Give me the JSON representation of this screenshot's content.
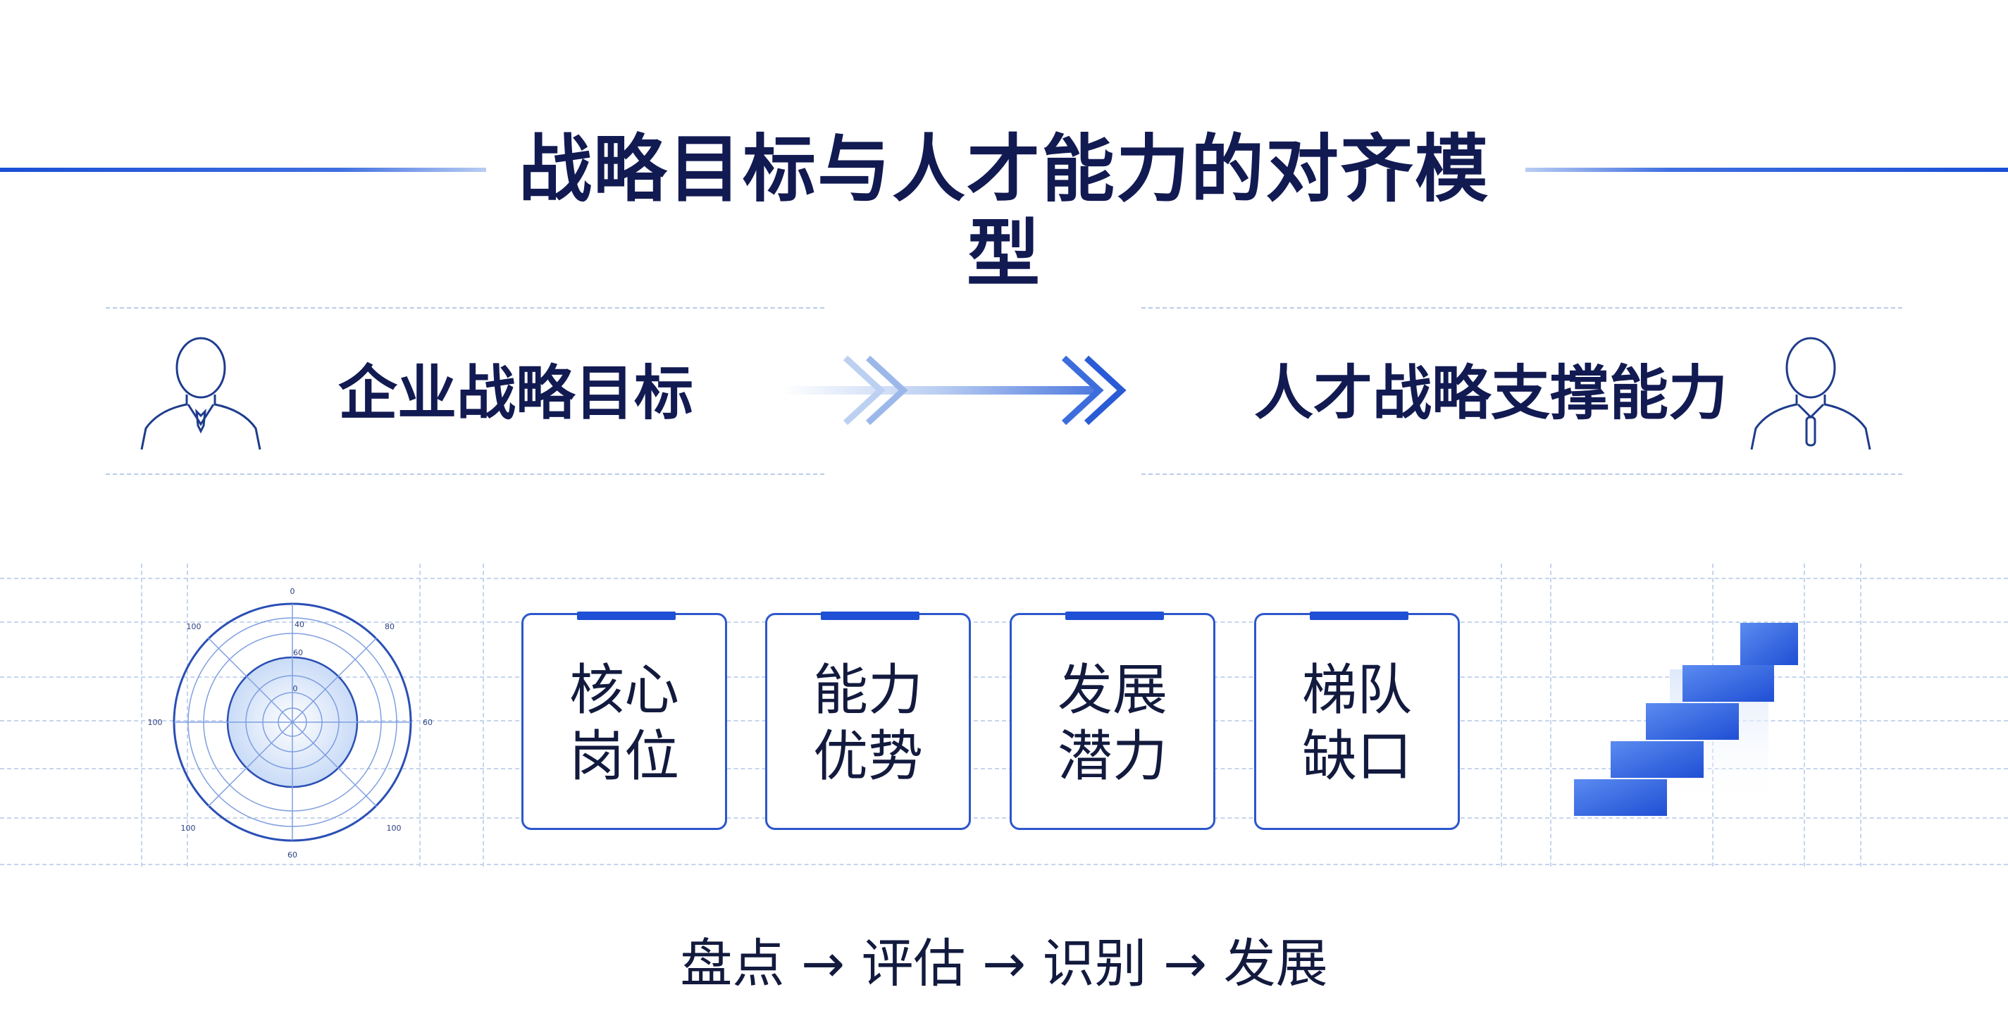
{
  "title": "战略目标与人才能力的对齐模型",
  "left_header": {
    "label": "企业战略目标",
    "icon": "person-tie-icon"
  },
  "right_header": {
    "label": "人才战略支撑能力",
    "icon": "person-tie-icon"
  },
  "center_icon": "double-chevron-arrow-icon",
  "left_graphic": {
    "icon": "radar-target-icon",
    "tick_labels": [
      "0",
      "40",
      "60",
      "100",
      "80",
      "100",
      "60",
      "0",
      "100",
      "100",
      "60"
    ]
  },
  "right_graphic": {
    "icon": "staircase-icon"
  },
  "cards": [
    {
      "line1": "核心",
      "line2": "岗位"
    },
    {
      "line1": "能力",
      "line2": "优势"
    },
    {
      "line1": "发展",
      "line2": "潜力"
    },
    {
      "line1": "梯队",
      "line2": "缺口"
    }
  ],
  "process": "盘点 → 评估 → 识别 → 发展",
  "colors": {
    "accent": "#1f4fd4",
    "title": "#121a52",
    "grid": "#c6d5ee",
    "line": "#2c57cc"
  }
}
